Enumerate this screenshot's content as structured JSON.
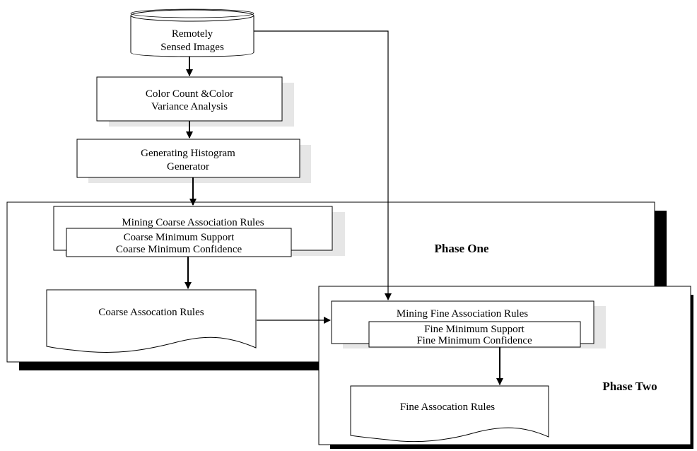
{
  "nodes": {
    "images": {
      "line1": "Remotely",
      "line2": "Sensed Images"
    },
    "color_analysis": {
      "line1": "Color Count &Color",
      "line2": "Variance Analysis"
    },
    "histogram": {
      "line1": "Generating Histogram",
      "line2": "Generator"
    },
    "mining_coarse": {
      "title": "Mining Coarse Association Rules",
      "param1": "Coarse Minimum Support",
      "param2": "Coarse Minimum Confidence"
    },
    "coarse_rules": {
      "label": "Coarse Assocation Rules"
    },
    "mining_fine": {
      "title": "Mining Fine Association Rules",
      "param1": "Fine Minimum Support",
      "param2": "Fine Minimum Confidence"
    },
    "fine_rules": {
      "label": "Fine Assocation Rules"
    }
  },
  "phases": {
    "one": "Phase One",
    "two": "Phase Two"
  }
}
